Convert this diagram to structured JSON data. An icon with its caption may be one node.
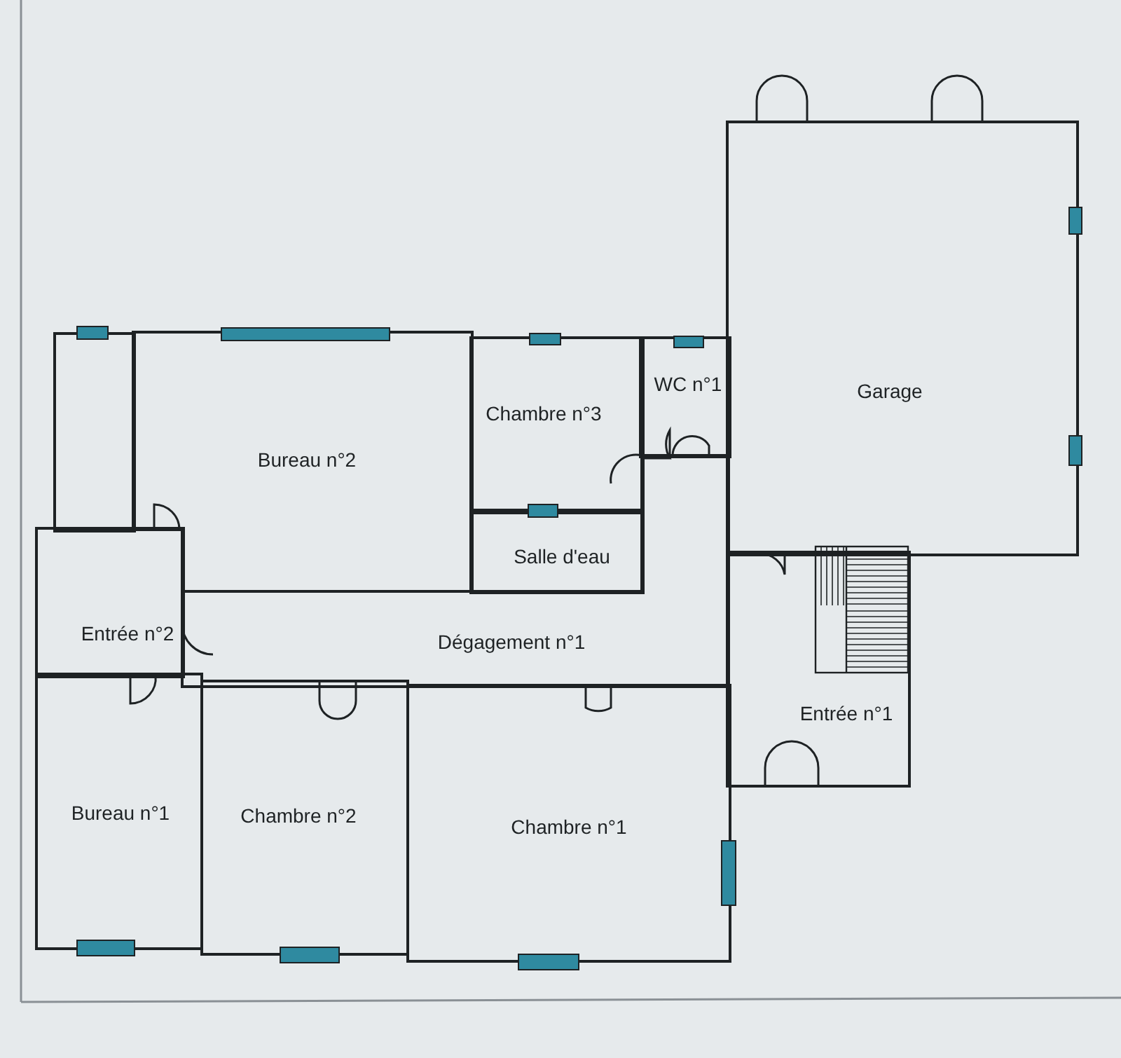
{
  "diagram": {
    "nodes": [
      {
        "text": [],
        "shape": "box"
      },
      {
        "text": [
          "Bureau n°2"
        ]
      },
      {
        "text": [
          "Chambre n°3"
        ]
      },
      {
        "text": [
          "WC n°1"
        ]
      },
      {
        "text": [
          "Garage"
        ]
      },
      {
        "text": [
          "Salle d'eau"
        ]
      },
      {
        "text": [
          "Entrée n°2"
        ]
      },
      {
        "text": [
          "Dégagement n°1"
        ]
      },
      {
        "text": [
          "Entrée n°1"
        ]
      },
      {
        "text": [
          "Bureau n°1"
        ]
      },
      {
        "text": [
          "Chambre n°2"
        ]
      },
      {
        "text": [
          "Chambre n°1"
        ]
      }
    ]
  }
}
